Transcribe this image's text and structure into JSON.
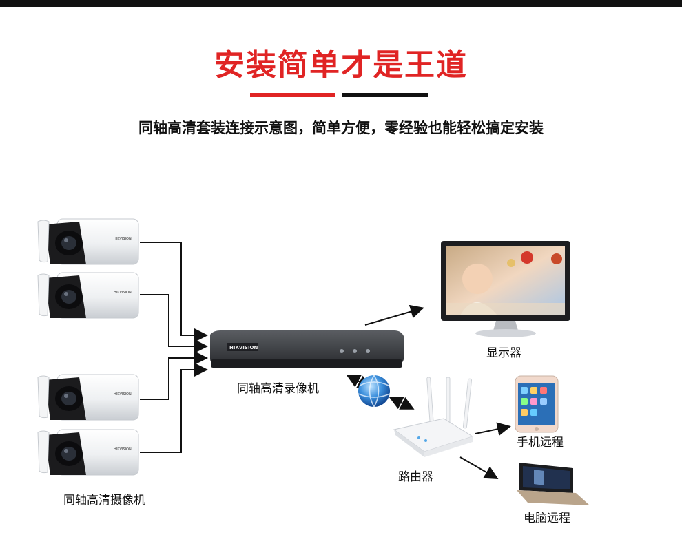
{
  "header": {
    "title": "安装简单才是王道",
    "subtitle": "同轴高清套装连接示意图，简单方便，零经验也能轻松搞定安装"
  },
  "devices": {
    "camera_label": "同轴高清摄像机",
    "dvr_label": "同轴高清录像机",
    "dvr_brand": "HIKVISION",
    "camera_brand": "HIKVISION",
    "monitor_label": "显示器",
    "router_label": "路由器",
    "phone_label": "手机远程",
    "laptop_label": "电脑远程"
  },
  "colors": {
    "accent_red": "#e02424",
    "black": "#111111"
  }
}
